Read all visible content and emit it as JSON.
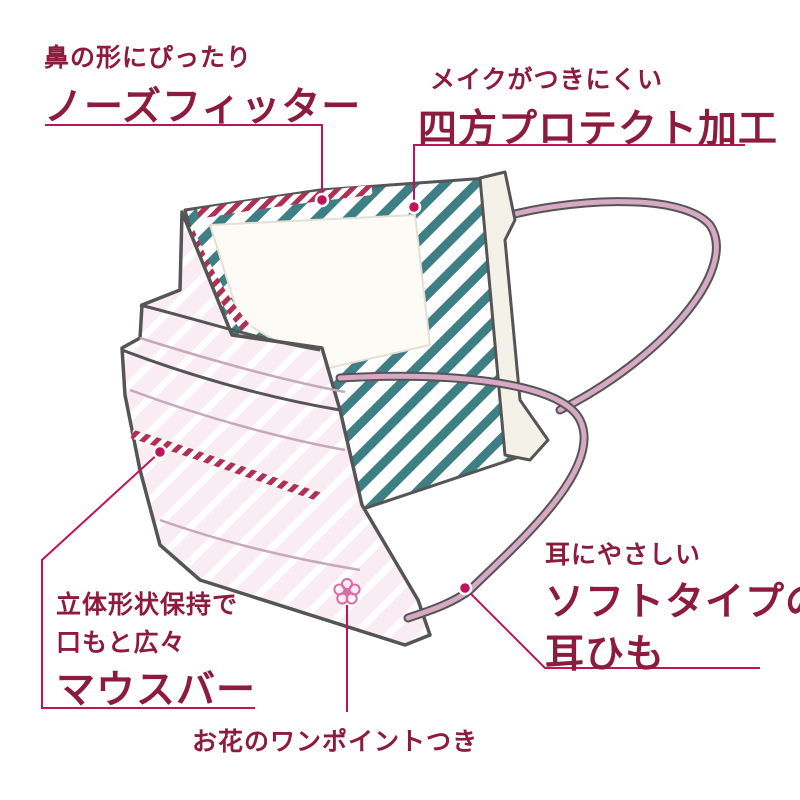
{
  "colors": {
    "accent": "#8d1b3d",
    "leader": "#c0135a",
    "mask_fill": "#f7e6ef",
    "stripe_teal": "#3e7f86",
    "stripe_red": "#b03054",
    "ear_loop": "#d7a9c4",
    "outline": "#555555"
  },
  "callouts": {
    "nose_fitter": {
      "line1": "鼻の形にぴったり",
      "line2": "ノーズフィッター"
    },
    "protect": {
      "line1": "メイクがつきにくい",
      "line2": "四方プロテクト加工"
    },
    "mouth_bar": {
      "line1": "立体形状保持で",
      "line2": "口もと広々",
      "line3": "マウスバー"
    },
    "ear_loop": {
      "line1": "耳にやさしい",
      "line2": "ソフトタイプの",
      "line3": "耳ひも"
    },
    "flower": {
      "line1": "お花のワンポイントつき"
    }
  },
  "icons": {
    "flower": "flower-icon"
  }
}
